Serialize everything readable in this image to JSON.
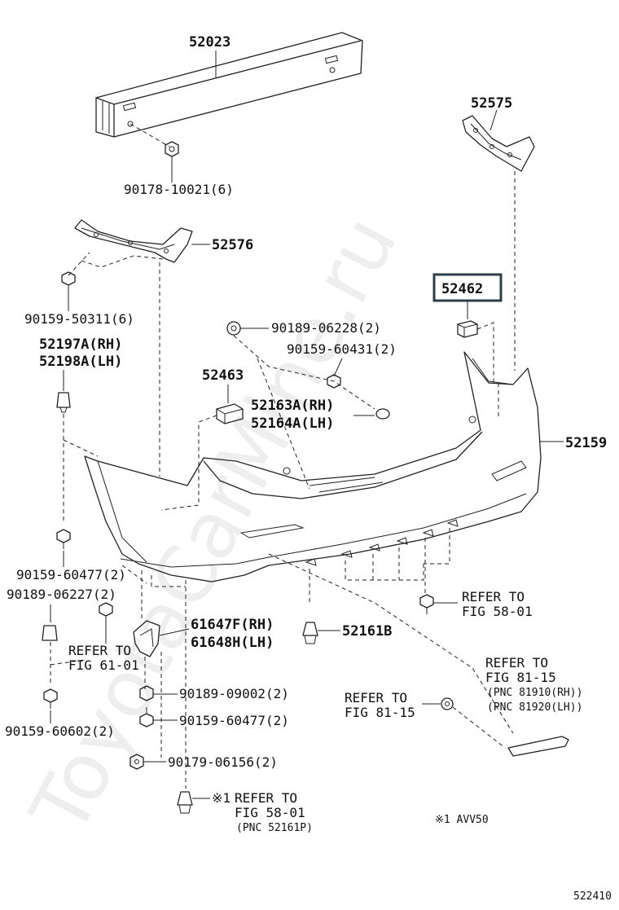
{
  "watermark": "ToyotaCarMine.ru",
  "diagram_id": "522410",
  "footnote": "※1  AVV50",
  "parts": {
    "p52023": "52023",
    "p90178": "90178-10021(6)",
    "p52575": "52575",
    "p52576": "52576",
    "p90159_50311": "90159-50311(6)",
    "p52197": "52197A(RH)",
    "p52198": "52198A(LH)",
    "p52462": "52462",
    "p90189_06228": "90189-06228(2)",
    "p90159_60431": "90159-60431(2)",
    "p52463": "52463",
    "p52163": "52163A(RH)",
    "p52164": "52164A(LH)",
    "p52159": "52159",
    "p90159_60477_a": "90159-60477(2)",
    "p90189_06227": "90189-06227(2)",
    "p61647": "61647F(RH)",
    "p61648": "61648H(LH)",
    "p52161b": "52161B",
    "p90189_09002": "90189-09002(2)",
    "p90159_60477_b": "90159-60477(2)",
    "p90179_06156": "90179-06156(2)",
    "p90159_60602": "90159-60602(2)"
  },
  "refs": {
    "r58_01_right_a": "REFER TO",
    "r58_01_right_b": "FIG 58-01",
    "r61_01_a": "REFER TO",
    "r61_01_b": "FIG 61-01",
    "r81_15_right_a": "REFER TO",
    "r81_15_right_b": "FIG 81-15",
    "r81_15_right_c": "(PNC 81910(RH))",
    "r81_15_right_d": "(PNC 81920(LH))",
    "r81_15_left_a": "REFER TO",
    "r81_15_left_b": "FIG 81-15",
    "r58_01_bottom_mark": "※1",
    "r58_01_bottom_a": "REFER TO",
    "r58_01_bottom_b": "FIG 58-01",
    "r58_01_bottom_c": "(PNC 52161P)"
  }
}
